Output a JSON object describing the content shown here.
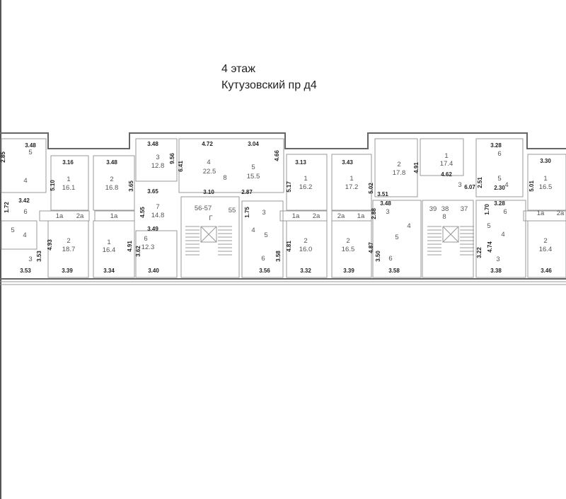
{
  "header": {
    "floor": "4 этаж",
    "address": "Кутузовский пр д4"
  },
  "plan": {
    "labels": [
      "3.48",
      "5",
      "2.85",
      "4",
      "3.16",
      "5.10",
      "1",
      "16.1",
      "3.48",
      "2",
      "16.8",
      "3.65",
      "3.48",
      "3",
      "12.8",
      "9.56",
      "3.42",
      "1.72",
      "6",
      "1a",
      "2a",
      "1a",
      "3.65",
      "7",
      "14.8",
      "4.55",
      "3.49",
      "5",
      "4",
      "3",
      "4.93",
      "3.53",
      "2",
      "18.7",
      "3.53",
      "3.39",
      "1",
      "16.4",
      "4.91",
      "6",
      "12.3",
      "3.62",
      "3.34",
      "3.40",
      "4.72",
      "3.04",
      "6.41",
      "4.66",
      "4",
      "22.5",
      "8",
      "5",
      "15.5",
      "3.10",
      "2.87",
      "56-57",
      "55",
      "Г",
      "1.75",
      "3",
      "4",
      "5",
      "3.13",
      "5.17",
      "1",
      "16.2",
      "1a",
      "2a",
      "2",
      "16.0",
      "4.81",
      "3.58",
      "6",
      "3.56",
      "3.32",
      "3.43",
      "1",
      "17.2",
      "5.02",
      "2a",
      "1a",
      "2",
      "16.5",
      "4.87",
      "3.39",
      "3.48",
      "3",
      "2.88",
      "2",
      "17.8",
      "4.91",
      "3.51",
      "3.50",
      "6",
      "3.58",
      "4",
      "5",
      "1",
      "17.4",
      "4.62",
      "3",
      "6.07",
      "39",
      "38",
      "37",
      "8",
      "3.28",
      "6",
      "5",
      "4",
      "2.51",
      "2.30",
      "3.28",
      "1.70",
      "6",
      "5",
      "4",
      "3",
      "3.22",
      "3.38",
      "4.74",
      "3.30",
      "5.01",
      "1",
      "16.5",
      "1a",
      "2a",
      "2",
      "16.4",
      "3.46"
    ]
  }
}
